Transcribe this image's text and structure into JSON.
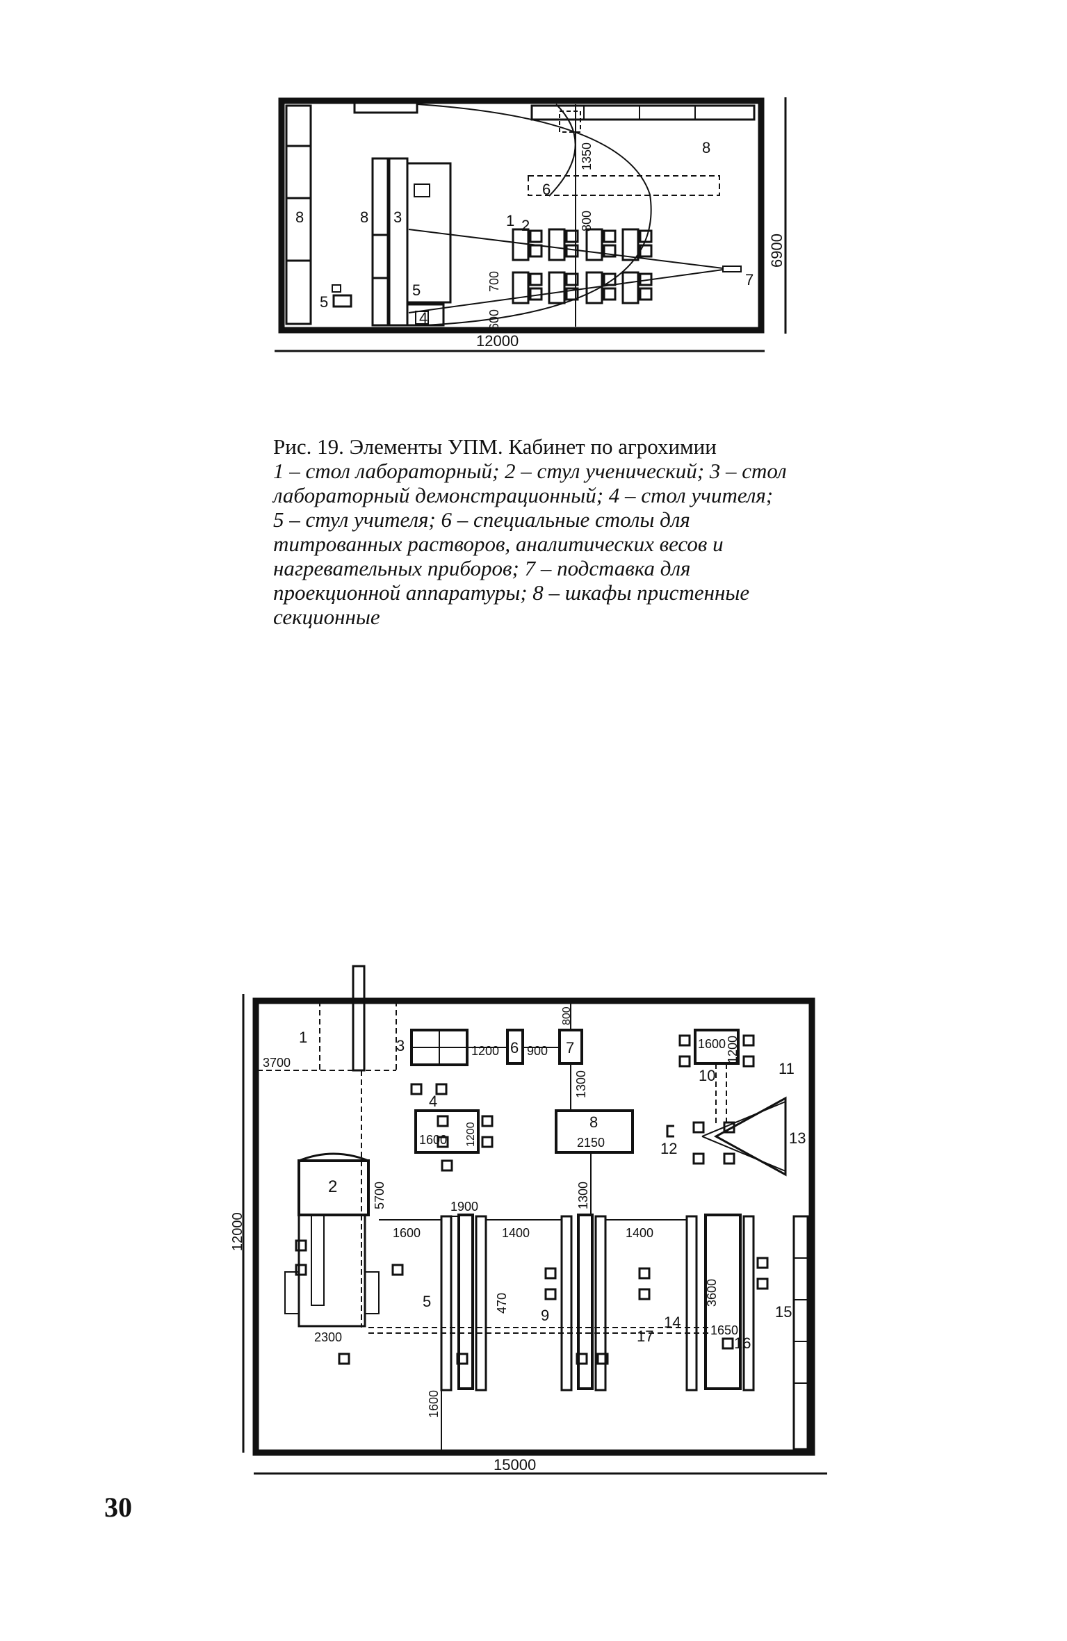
{
  "figure1": {
    "labels": {
      "n1": "1",
      "n2": "2",
      "n3": "3",
      "n4": "4",
      "n5a": "5",
      "n5b": "5",
      "n6": "6",
      "n7": "7",
      "n8a": "8",
      "n8b": "8",
      "n8c": "8"
    },
    "dimensions": {
      "width": "12000",
      "height": "6900",
      "d1350": "1350",
      "d800": "800",
      "d700": "700",
      "d600": "600"
    }
  },
  "caption": {
    "title": "Рис. 19. Элементы УПМ. Кабинет по агрохимии",
    "legend": "1 – стол лабораторный; 2 – стул ученический; 3 – стол лабораторный демонстрационный; 4 – стол учителя; 5 – стул учителя; 6 – специальные столы для титрованных растворов, аналитических весов и нагревательных приборов; 7 – подставка для проекционной аппаратуры; 8 – шкафы пристенные секционные"
  },
  "figure2": {
    "labels": {
      "n1": "1",
      "n2": "2",
      "n3": "3",
      "n4": "4",
      "n5": "5",
      "n6": "6",
      "n7": "7",
      "n8": "8",
      "n9": "9",
      "n10": "10",
      "n11": "11",
      "n12": "12",
      "n13": "13",
      "n14": "14",
      "n15": "15",
      "n16": "16",
      "n17": "17"
    },
    "dimensions": {
      "width": "15000",
      "height": "12000",
      "d3700": "3700",
      "d1200a": "1200",
      "d900": "900",
      "d800": "800",
      "d1600a": "1600",
      "d1200b": "1200",
      "d1300a": "1300",
      "d1600b": "1600",
      "d1200c": "1200",
      "d2150": "2150",
      "d5700": "5700",
      "d1900": "1900",
      "d1600c": "1600",
      "d1400a": "1400",
      "d1400b": "1400",
      "d1300b": "1300",
      "d470": "470",
      "d3600": "3600",
      "d2300": "2300",
      "d1650": "1650",
      "d1600d": "1600"
    }
  },
  "page": {
    "number": "30"
  }
}
